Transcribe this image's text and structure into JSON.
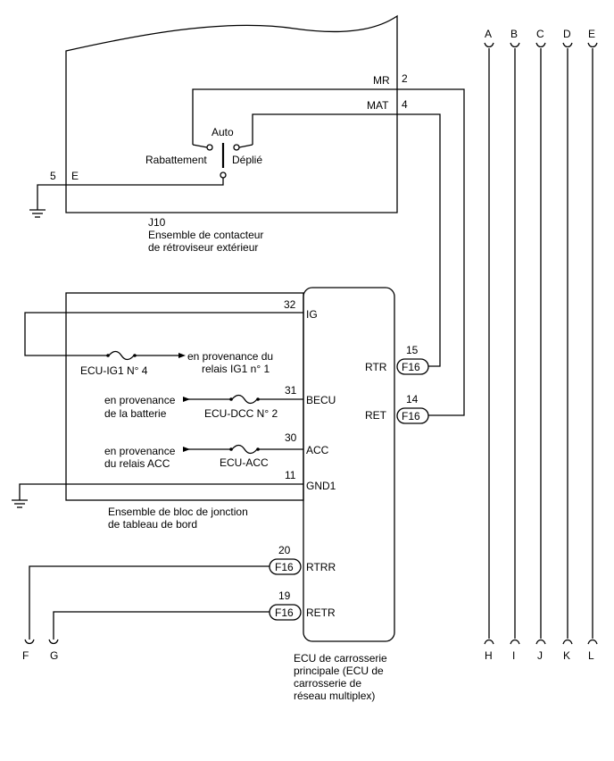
{
  "switch": {
    "code": "J10",
    "name_line1": "Ensemble de contacteur",
    "name_line2": "de rétroviseur extérieur",
    "auto": "Auto",
    "rabattement": "Rabattement",
    "deplie": "Déplié",
    "mr_label": "MR",
    "mr_pin": "2",
    "mat_label": "MAT",
    "mat_pin": "4",
    "e_pin": "5",
    "e_label": "E"
  },
  "junction": {
    "name_line1": "Ensemble de bloc de jonction",
    "name_line2": "de tableau de bord",
    "fuse_ig1": "ECU-IG1 N° 4",
    "src_ig1_line1": "en provenance du",
    "src_ig1_line2": "relais IG1 n° 1",
    "fuse_dcc": "ECU-DCC N° 2",
    "src_batt_line1": "en provenance",
    "src_batt_line2": "de la batterie",
    "fuse_acc": "ECU-ACC",
    "src_acc_line1": "en provenance",
    "src_acc_line2": "du relais ACC"
  },
  "ecu": {
    "name_line1": "ECU de carrosserie",
    "name_line2": "principale (ECU de",
    "name_line3": "carrosserie de",
    "name_line4": "réseau multiplex)",
    "pins": {
      "ig": {
        "num": "32",
        "label": "IG"
      },
      "becu": {
        "num": "31",
        "label": "BECU"
      },
      "acc": {
        "num": "30",
        "label": "ACC"
      },
      "gnd1": {
        "num": "11",
        "label": "GND1"
      },
      "rtr": {
        "num": "15",
        "label": "RTR",
        "conn": "F16"
      },
      "ret": {
        "num": "14",
        "label": "RET",
        "conn": "F16"
      },
      "rtrr": {
        "num": "20",
        "label": "RTRR",
        "conn": "F16"
      },
      "retr": {
        "num": "19",
        "label": "RETR",
        "conn": "F16"
      }
    }
  },
  "wire_ends": {
    "f": "F",
    "g": "G"
  },
  "lines": {
    "top": [
      "A",
      "B",
      "C",
      "D",
      "E"
    ],
    "bottom": [
      "H",
      "I",
      "J",
      "K",
      "L"
    ]
  }
}
